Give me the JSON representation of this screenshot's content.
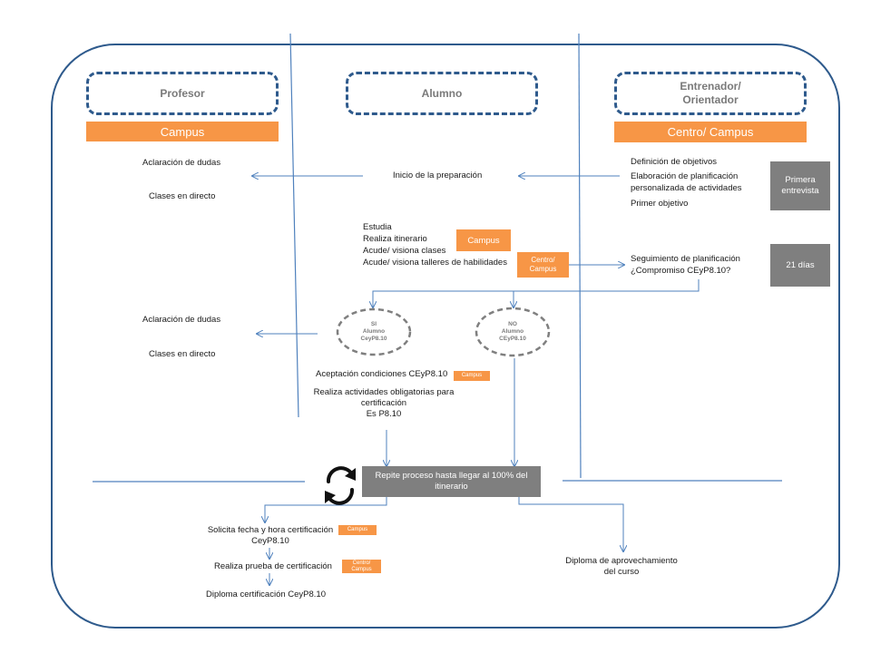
{
  "columns": {
    "teacher": {
      "title": "Profesor",
      "platform": "Campus"
    },
    "student": {
      "title": "Alumno"
    },
    "coach": {
      "title_line1": "Entrenador/",
      "title_line2": "Orientador",
      "platform": "Centro/ Campus"
    }
  },
  "teacher_support_top": {
    "doubts": "Aclaración de dudas",
    "live_classes": "Clases en directo"
  },
  "teacher_support_mid": {
    "doubts": "Aclaración de dudas",
    "live_classes": "Clases en directo"
  },
  "prep_start": "Inicio de la preparación",
  "coach_tasks": {
    "objectives": "Definición de objetivos",
    "planning_line1": "Elaboración de planificación",
    "planning_line2": "personalizada  de actividades",
    "first_goal": "Primer objetivo",
    "interview_line1": "Primera",
    "interview_line2": "entrevista"
  },
  "student_activities": {
    "studies": "Estudia",
    "itinerary": "Realiza itinerario",
    "classes": "Acude/ visiona clases",
    "workshops": "Acude/ visiona talleres de habilidades",
    "badge_campus": "Campus",
    "badge_centre_line1": "Centro/",
    "badge_centre_line2": "Campus"
  },
  "follow_up": {
    "line1": "Seguimiento de planificación",
    "line2": "¿Compromiso CEyP8.10?",
    "days": "21 días"
  },
  "decision_yes": {
    "line1": "SI",
    "line2": "Alumno",
    "line3": "CeyP8.10"
  },
  "decision_no": {
    "line1": "NO",
    "line2": "Alumno",
    "line3": "CEyP8.10"
  },
  "acceptance": {
    "conditions": "Aceptación condiciones CEyP8.10",
    "badge": "Campus",
    "mandatory_line1": "Realiza actividades obligatorias para",
    "mandatory_line2": "certificación",
    "mandatory_line3": "Es P8.10"
  },
  "repeat": {
    "line1": "Repite proceso hasta llegar al 100% del",
    "line2": "itinerario",
    "icon": "refresh-cycle-icon"
  },
  "certification": {
    "request_line1": "Solicita fecha y hora certificación",
    "request_line2": "CeyP8.10",
    "request_badge": "Campus",
    "exam": "Realiza prueba de certificación",
    "exam_badge_line1": "Centro/",
    "exam_badge_line2": "Campus",
    "diploma": "Diploma certificación CeyP8.10"
  },
  "achievement_diploma": {
    "line1": "Diploma de aprovechamiento",
    "line2": "del curso"
  },
  "colors": {
    "orange": "#f79646",
    "grey": "#7f7f7f",
    "blue": "#4f81bd",
    "dark_blue": "#2e5a8c"
  }
}
